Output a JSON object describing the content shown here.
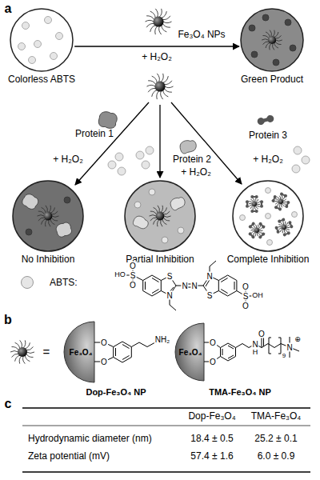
{
  "diagram": {
    "nodes": [
      {
        "text": [
          "Colorless ABTS"
        ]
      },
      {
        "text": [
          "Green Product"
        ]
      },
      {
        "text": [
          "No Inhibition"
        ]
      },
      {
        "text": [
          "Partial Inhibition"
        ]
      },
      {
        "text": [
          "Complete Inhibition"
        ]
      }
    ],
    "edges": [
      {
        "from": 0,
        "to": 1,
        "arrow": "to",
        "label": "+ H₂O₂"
      }
    ],
    "labels": [
      "a",
      "Fe₃O₄ NPs",
      "Protein 1",
      "Protein 2",
      "Protein 3",
      "+ H₂O₂",
      "+ H₂O₂",
      "+ H₂O₂",
      "HO",
      "S",
      "O",
      "O",
      "S",
      "N",
      "N",
      "N",
      "N",
      "S",
      "S",
      "O",
      "O",
      "OH",
      "b",
      "=",
      "Fe₃O₄",
      "O",
      "O",
      "NH₂",
      "Dop-Fe₃O₄ NP",
      "Fe₃O₄",
      "O",
      "O",
      "N",
      "H",
      "O",
      "9",
      "N",
      "⊕",
      "TMA-Fe₃O₄ NP",
      "c",
      "Dop-Fe₃O₄",
      "TMA-Fe₃O₄",
      "Hydrodynamic diameter (nm)",
      "18.4 ± 0.5",
      "25.2 ± 0.1",
      "Zeta potential (mV)",
      "57.4 ± 1.6",
      "6.0 ± 0.9"
    ],
    "legend": [
      {
        "text": "ABTS:",
        "color": "#e6e6e6"
      }
    ]
  }
}
